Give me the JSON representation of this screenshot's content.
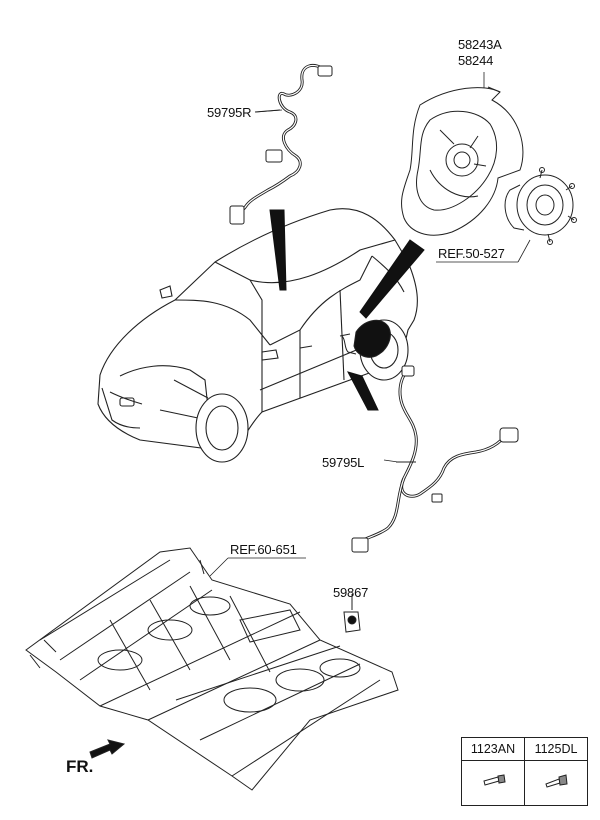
{
  "labels": {
    "shield_a": "58243A",
    "shield_b": "58244",
    "sensor_right": "59795R",
    "ref_hub": "REF.50-527",
    "sensor_left": "59795L",
    "ref_floor": "REF.60-651",
    "clip": "59867",
    "front": "FR."
  },
  "parts_table": {
    "headers": [
      "1123AN",
      "1125DL"
    ]
  },
  "icons": [
    "bolt-icon",
    "screw-icon",
    "front-arrow-icon"
  ]
}
